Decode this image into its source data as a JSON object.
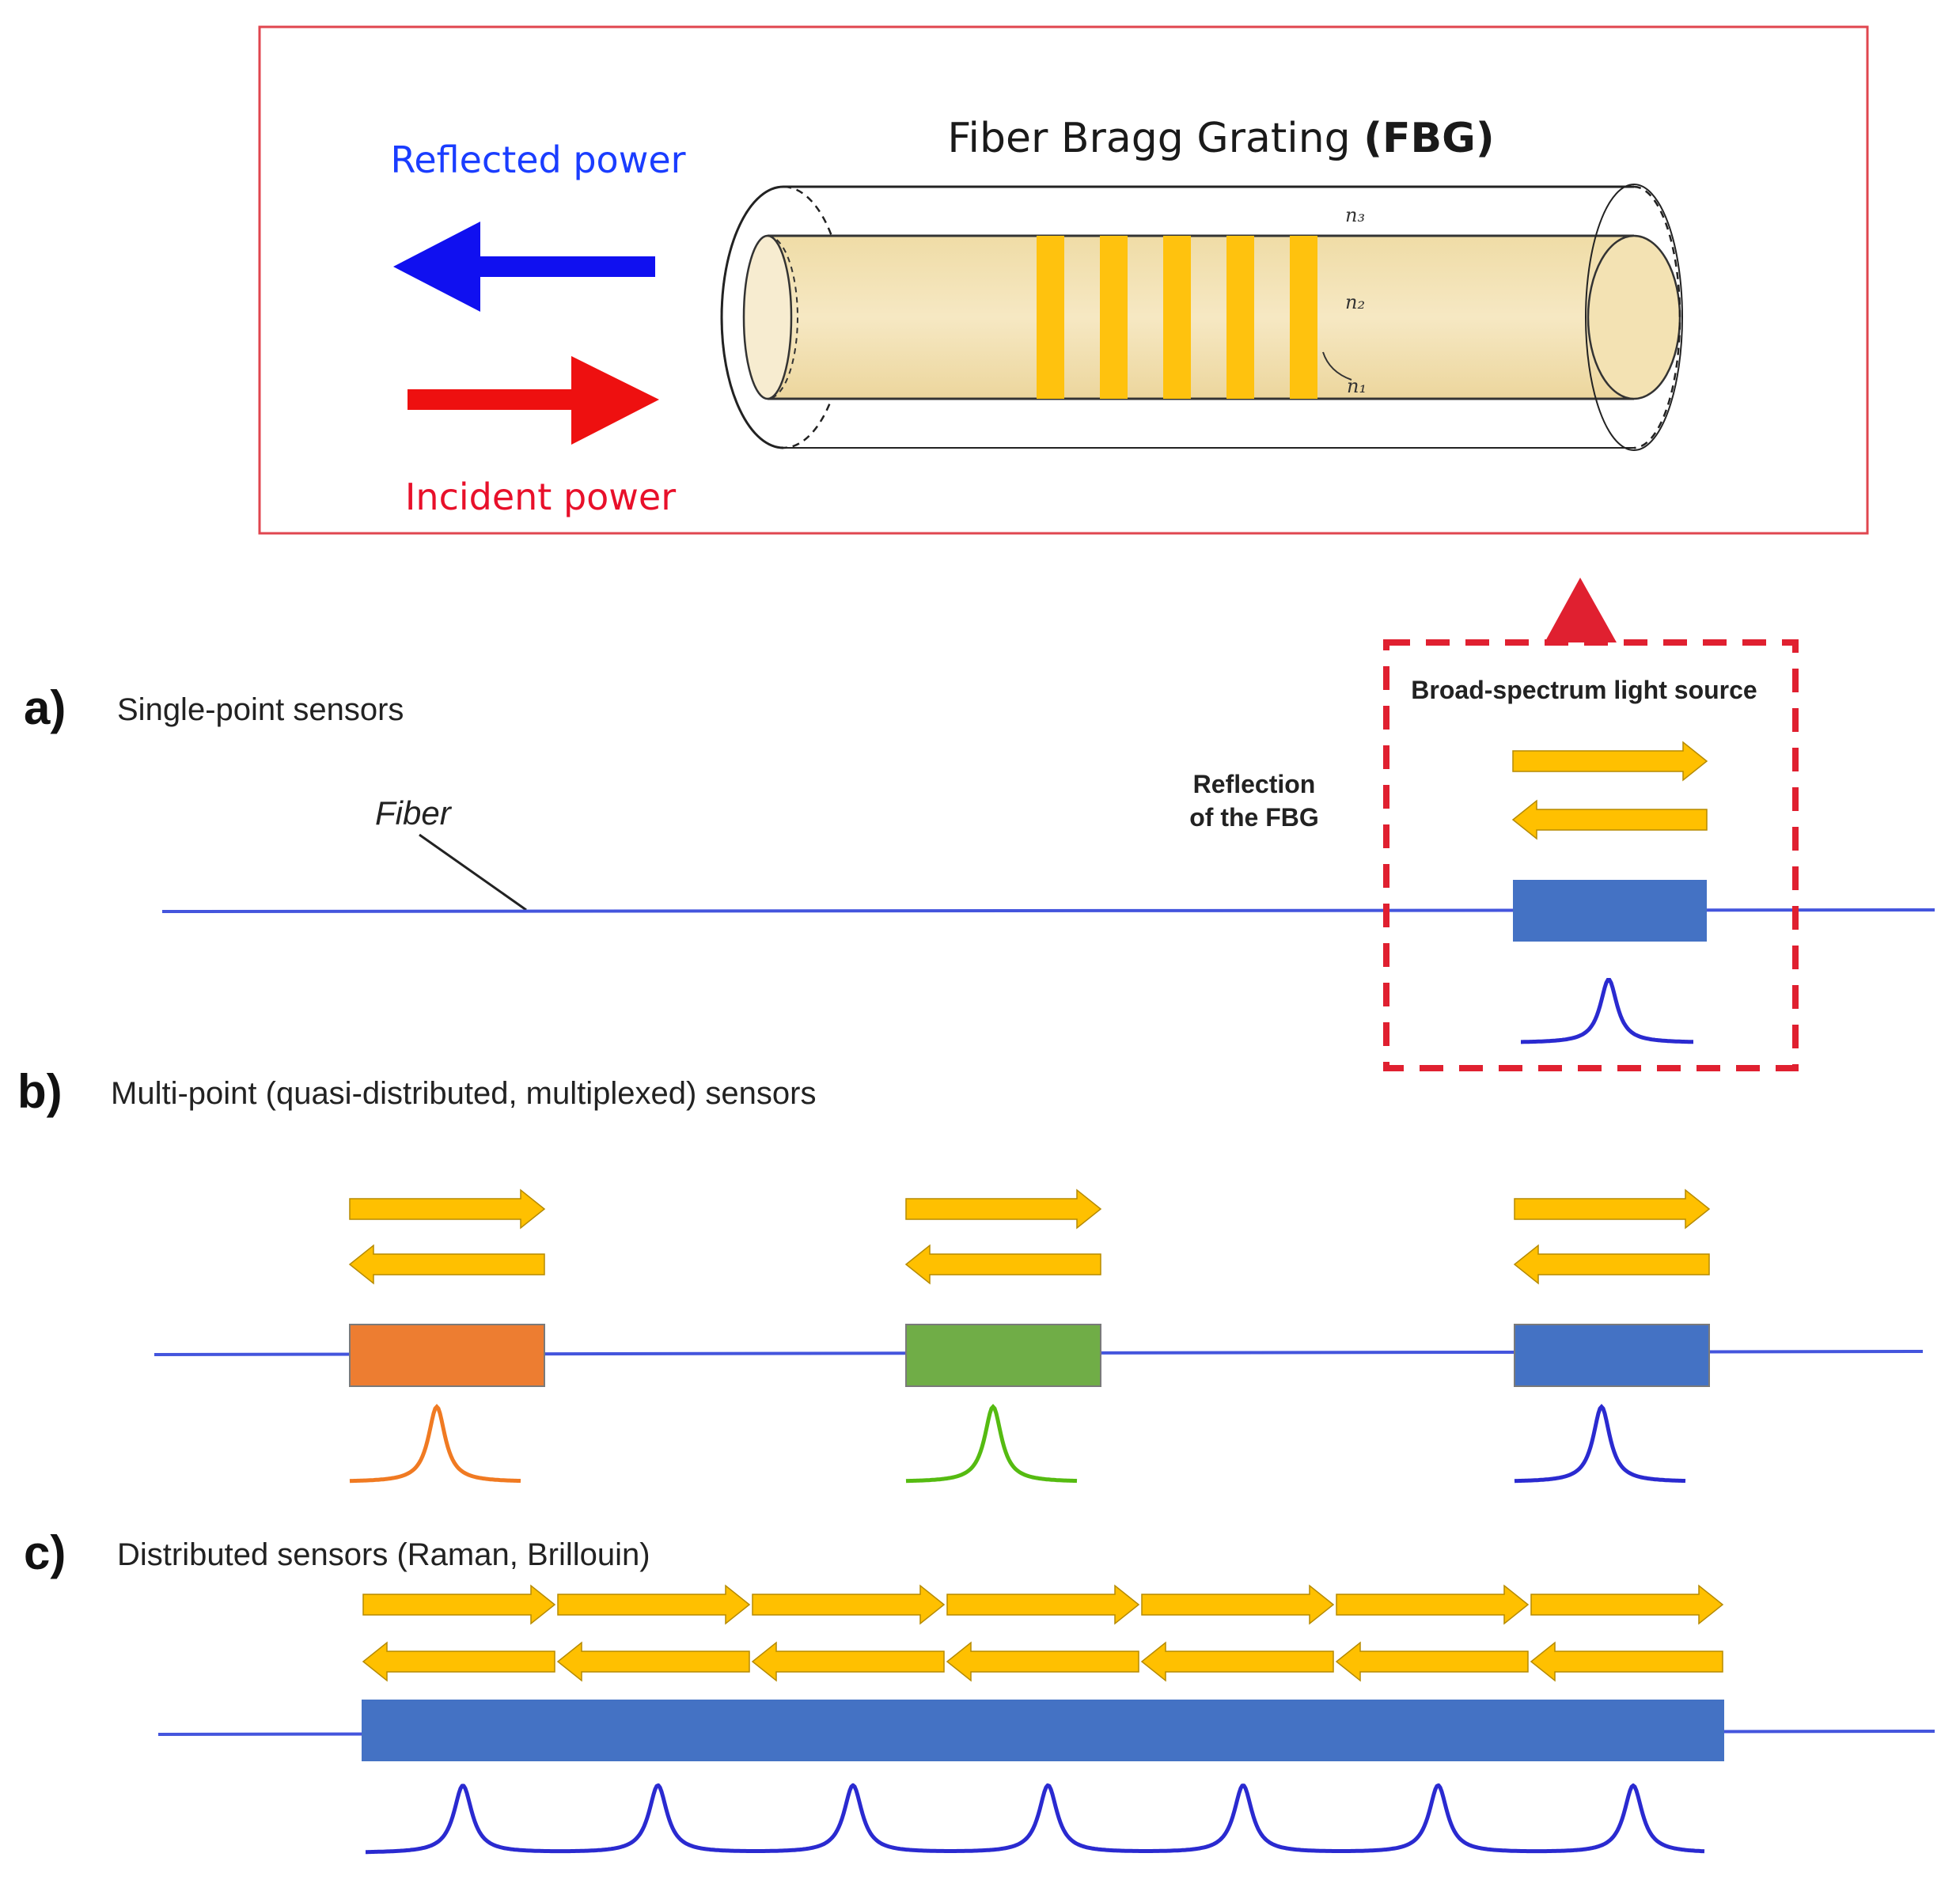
{
  "colors": {
    "frame_red": "#e0464f",
    "dash_red": "#e02030",
    "reflected_blue": "#1010f0",
    "incident_red": "#ee1010",
    "fiber_line": "#4455dd",
    "fbg_blue": "#4472c4",
    "fbg_orange": "#ed7d31",
    "fbg_green": "#70ad47",
    "arrow_yellow": "#ffc000",
    "peak_blue": "#2a2ad0",
    "peak_orange": "#f07a22",
    "peak_green": "#55bb11",
    "core_fill": "#f3e2b3",
    "grating_fill": "#ffc20e"
  },
  "fbg_panel": {
    "title_prefix": "Fiber Bragg Grating ",
    "title_bold": "(FBG)",
    "reflected_label": "Reflected power",
    "incident_label": "Incident power",
    "index_labels": [
      "n₃",
      "n₂",
      "n₁"
    ]
  },
  "section_a": {
    "letter": "a)",
    "title": "Single-point sensors",
    "fiber_label": "Fiber",
    "reflection_label_line1": "Reflection",
    "reflection_label_line2": "of the FBG",
    "light_source_label": "Broad-spectrum light source"
  },
  "section_b": {
    "letter": "b)",
    "title": "Multi-point (quasi-distributed, multiplexed) sensors",
    "sensors": [
      {
        "color": "orange"
      },
      {
        "color": "green"
      },
      {
        "color": "blue"
      }
    ]
  },
  "section_c": {
    "letter": "c)",
    "title": "Distributed sensors (Raman, Brillouin)",
    "segments": 7
  }
}
